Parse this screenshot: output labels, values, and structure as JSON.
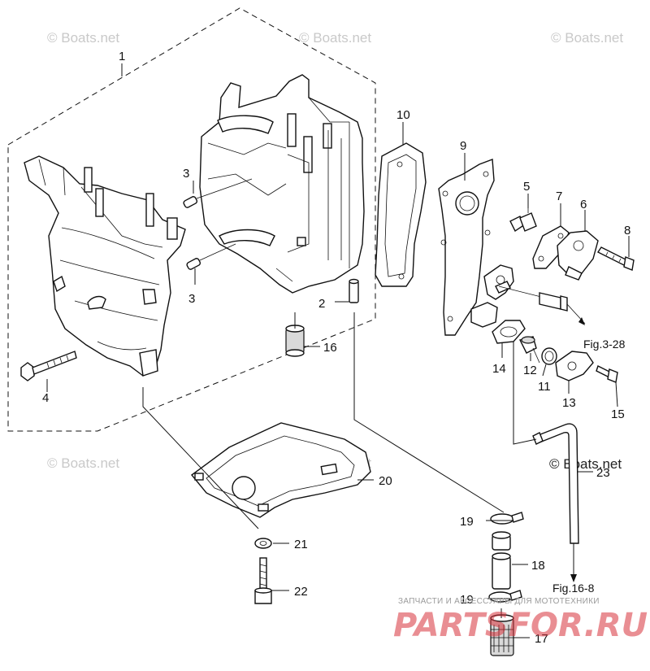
{
  "watermarks": {
    "boats_net": "© Boats.net",
    "boats_net_strong": "© Boats.net",
    "ru_caption": "ЗАПЧАСТИ И АКСЕССУАРЫ ДЛЯ МОТОТЕХНИКИ",
    "ru_brand": "PARTSFOR.RU"
  },
  "callouts": {
    "c1": "1",
    "c2": "2",
    "c3a": "3",
    "c3b": "3",
    "c4": "4",
    "c5": "5",
    "c6": "6",
    "c7": "7",
    "c8": "8",
    "c9": "9",
    "c10": "10",
    "c11": "11",
    "c12": "12",
    "c13": "13",
    "c14": "14",
    "c15": "15",
    "c16": "16",
    "c17": "17",
    "c18": "18",
    "c19a": "19",
    "c19b": "19",
    "c20": "20",
    "c21": "21",
    "c22": "22",
    "c23": "23"
  },
  "references": {
    "fig_3_28": "Fig.3-28",
    "fig_16_8": "Fig.16-8"
  }
}
